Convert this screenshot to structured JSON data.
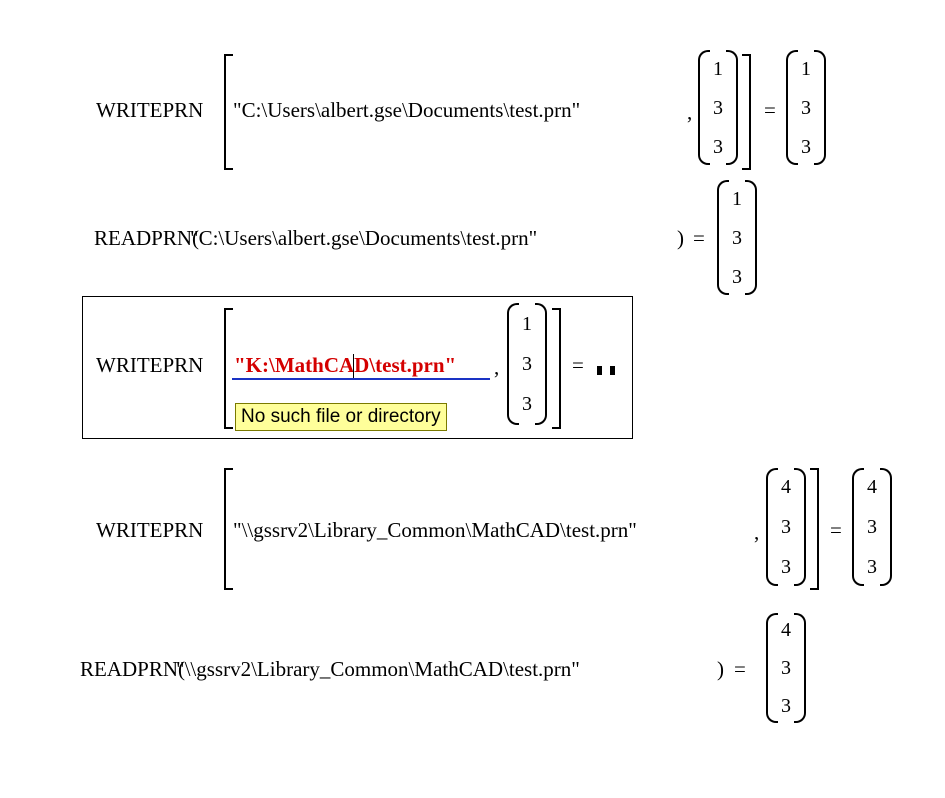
{
  "rows": [
    {
      "function": "WRITEPRN",
      "path": "\"C:\\Users\\albert.gse\\Documents\\test.prn\"",
      "input_vector": [
        "1",
        "3",
        "3"
      ],
      "equals": "=",
      "comma": ",",
      "result_vector": [
        "1",
        "3",
        "3"
      ]
    },
    {
      "function": "READPRN(",
      "path": "\"C:\\Users\\albert.gse\\Documents\\test.prn\"",
      "close": ")",
      "equals": "=",
      "result_vector": [
        "1",
        "3",
        "3"
      ]
    },
    {
      "function": "WRITEPRN",
      "path": "\"K:\\MathCAD\\test.prn\"",
      "input_vector": [
        "1",
        "3",
        "3"
      ],
      "comma": ",",
      "equals": "=",
      "error_tooltip": "No such file or directory"
    },
    {
      "function": "WRITEPRN",
      "path": "\"\\\\gssrv2\\Library_Common\\MathCAD\\test.prn\"",
      "input_vector": [
        "4",
        "3",
        "3"
      ],
      "comma": ",",
      "equals": "=",
      "result_vector": [
        "4",
        "3",
        "3"
      ]
    },
    {
      "function": "READPRN(",
      "path": "\"\\\\gssrv2\\Library_Common\\MathCAD\\test.prn\"",
      "close": ")",
      "equals": "=",
      "result_vector": [
        "4",
        "3",
        "3"
      ]
    }
  ],
  "colors": {
    "error_text": "#d40000",
    "error_underline": "#1a32c4",
    "tooltip_bg": "#ffff9a"
  }
}
